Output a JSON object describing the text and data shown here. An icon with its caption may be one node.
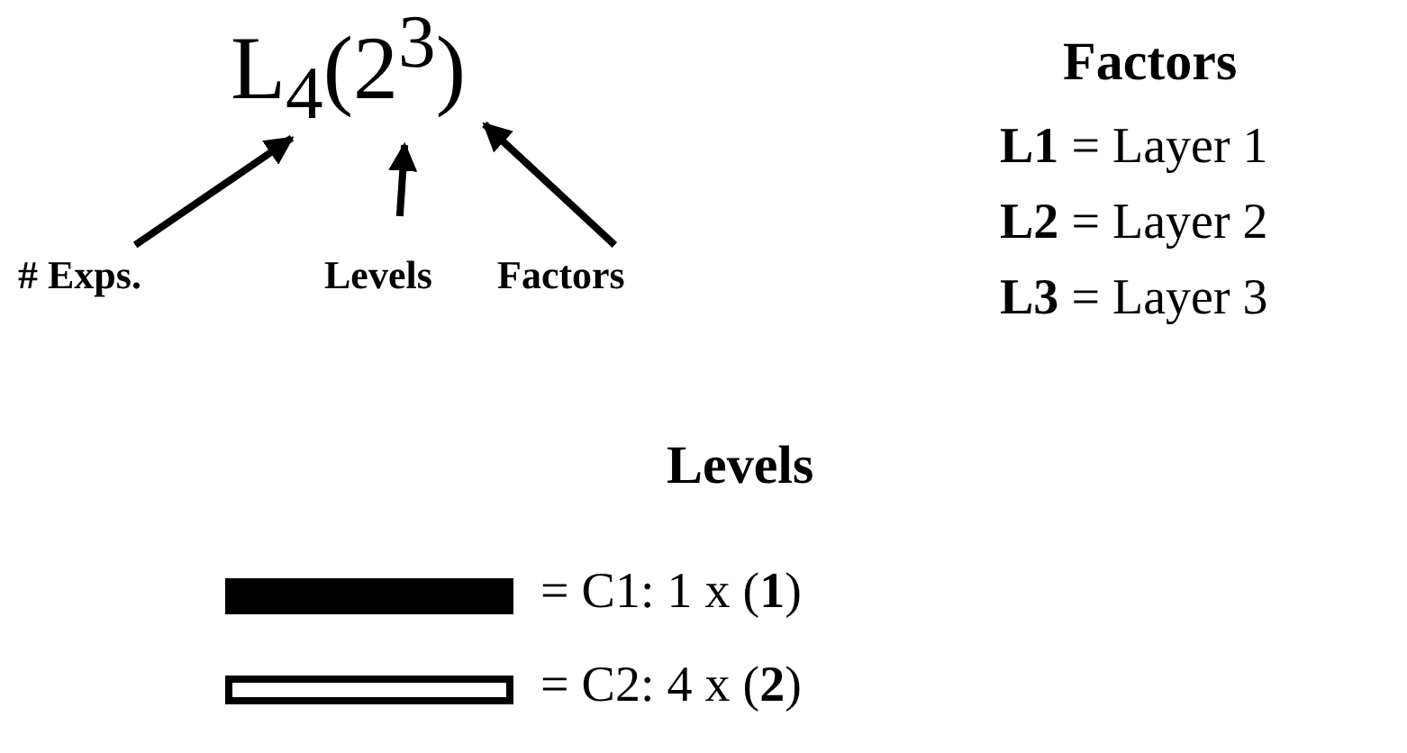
{
  "diagram": {
    "nodes": [
      {
        "text": [
          "L$_{4}$(2$^{3}$)"
        ]
      },
      {
        "text": [
          "# Exps."
        ]
      },
      {
        "text": [
          "Levels"
        ]
      },
      {
        "text": [
          "Factors"
        ]
      }
    ],
    "edges": [
      {
        "from": 1,
        "to": 0,
        "arrow": "to"
      },
      {
        "from": 2,
        "to": 0,
        "arrow": "to"
      },
      {
        "from": 3,
        "to": 0,
        "arrow": "to"
      }
    ],
    "labels": [
      "Factors",
      "**L1** = Layer 1",
      "**L2** = Layer 2",
      "**L3** = Layer 3",
      "Levels"
    ],
    "legend": [
      {
        "text": "= C1: 1 x (**1**)",
        "color": "#000000"
      },
      {
        "text": "= C2: 4 x (**2**)"
      }
    ]
  }
}
